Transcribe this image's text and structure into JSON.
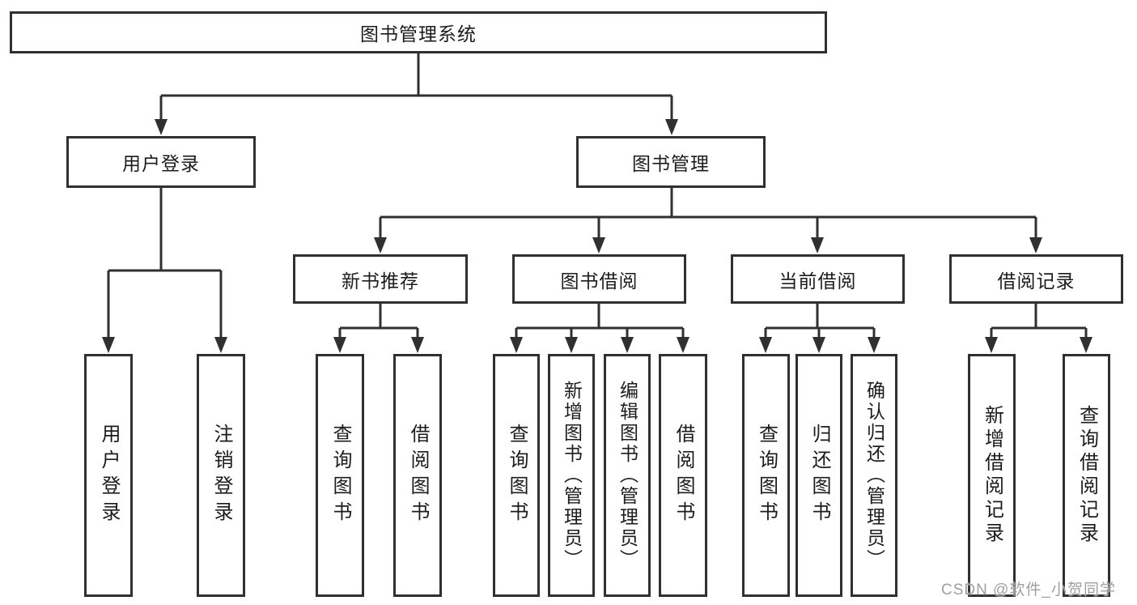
{
  "tree": {
    "root": {
      "label": "图书管理系统"
    },
    "branches": [
      {
        "label": "用户登录",
        "children": [
          {
            "label": "用户登录"
          },
          {
            "label": "注销登录"
          }
        ]
      },
      {
        "label": "图书管理",
        "children": [
          {
            "label": "新书推荐",
            "children": [
              {
                "label": "查询图书"
              },
              {
                "label": "借阅图书"
              }
            ]
          },
          {
            "label": "图书借阅",
            "children": [
              {
                "label": "查询图书"
              },
              {
                "label": "新增图书（管理员）"
              },
              {
                "label": "编辑图书（管理员）"
              },
              {
                "label": "借阅图书"
              }
            ]
          },
          {
            "label": "当前借阅",
            "children": [
              {
                "label": "查询图书"
              },
              {
                "label": "归还图书"
              },
              {
                "label": "确认归还（管理员）"
              }
            ]
          },
          {
            "label": "借阅记录",
            "children": [
              {
                "label": "新增借阅记录"
              },
              {
                "label": "查询借阅记录"
              }
            ]
          }
        ]
      }
    ]
  },
  "watermark": {
    "text": "CSDN @软件_小贺同学"
  },
  "colors": {
    "line": "#303030",
    "text": "#1c1c1c",
    "background": "#ffffff",
    "watermark": "#9f9f9f"
  }
}
